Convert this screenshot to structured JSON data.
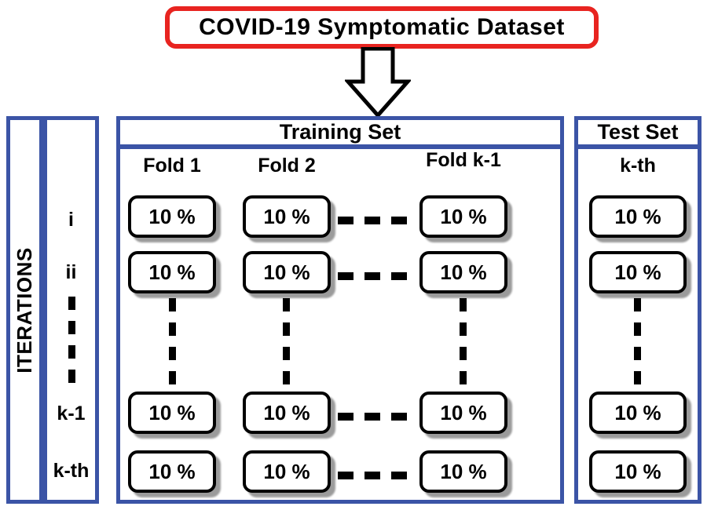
{
  "diagram": {
    "title": "COVID-19 Symptomatic Dataset",
    "iterations_axis": {
      "label": "ITERATIONS",
      "rows": [
        "i",
        "ii",
        "k-1",
        "k-th"
      ]
    },
    "training_set": {
      "header": "Training Set",
      "folds": [
        "Fold 1",
        "Fold 2",
        "Fold k-1"
      ]
    },
    "test_set": {
      "header": "Test Set",
      "fold": "k-th"
    },
    "cell_label": "10 %",
    "colors": {
      "panel_border_blue": "#3b54a6",
      "title_border_red": "#e82420",
      "cell_border": "#000000",
      "cell_shadow": "#9b9b9b",
      "text": "#000000"
    }
  }
}
